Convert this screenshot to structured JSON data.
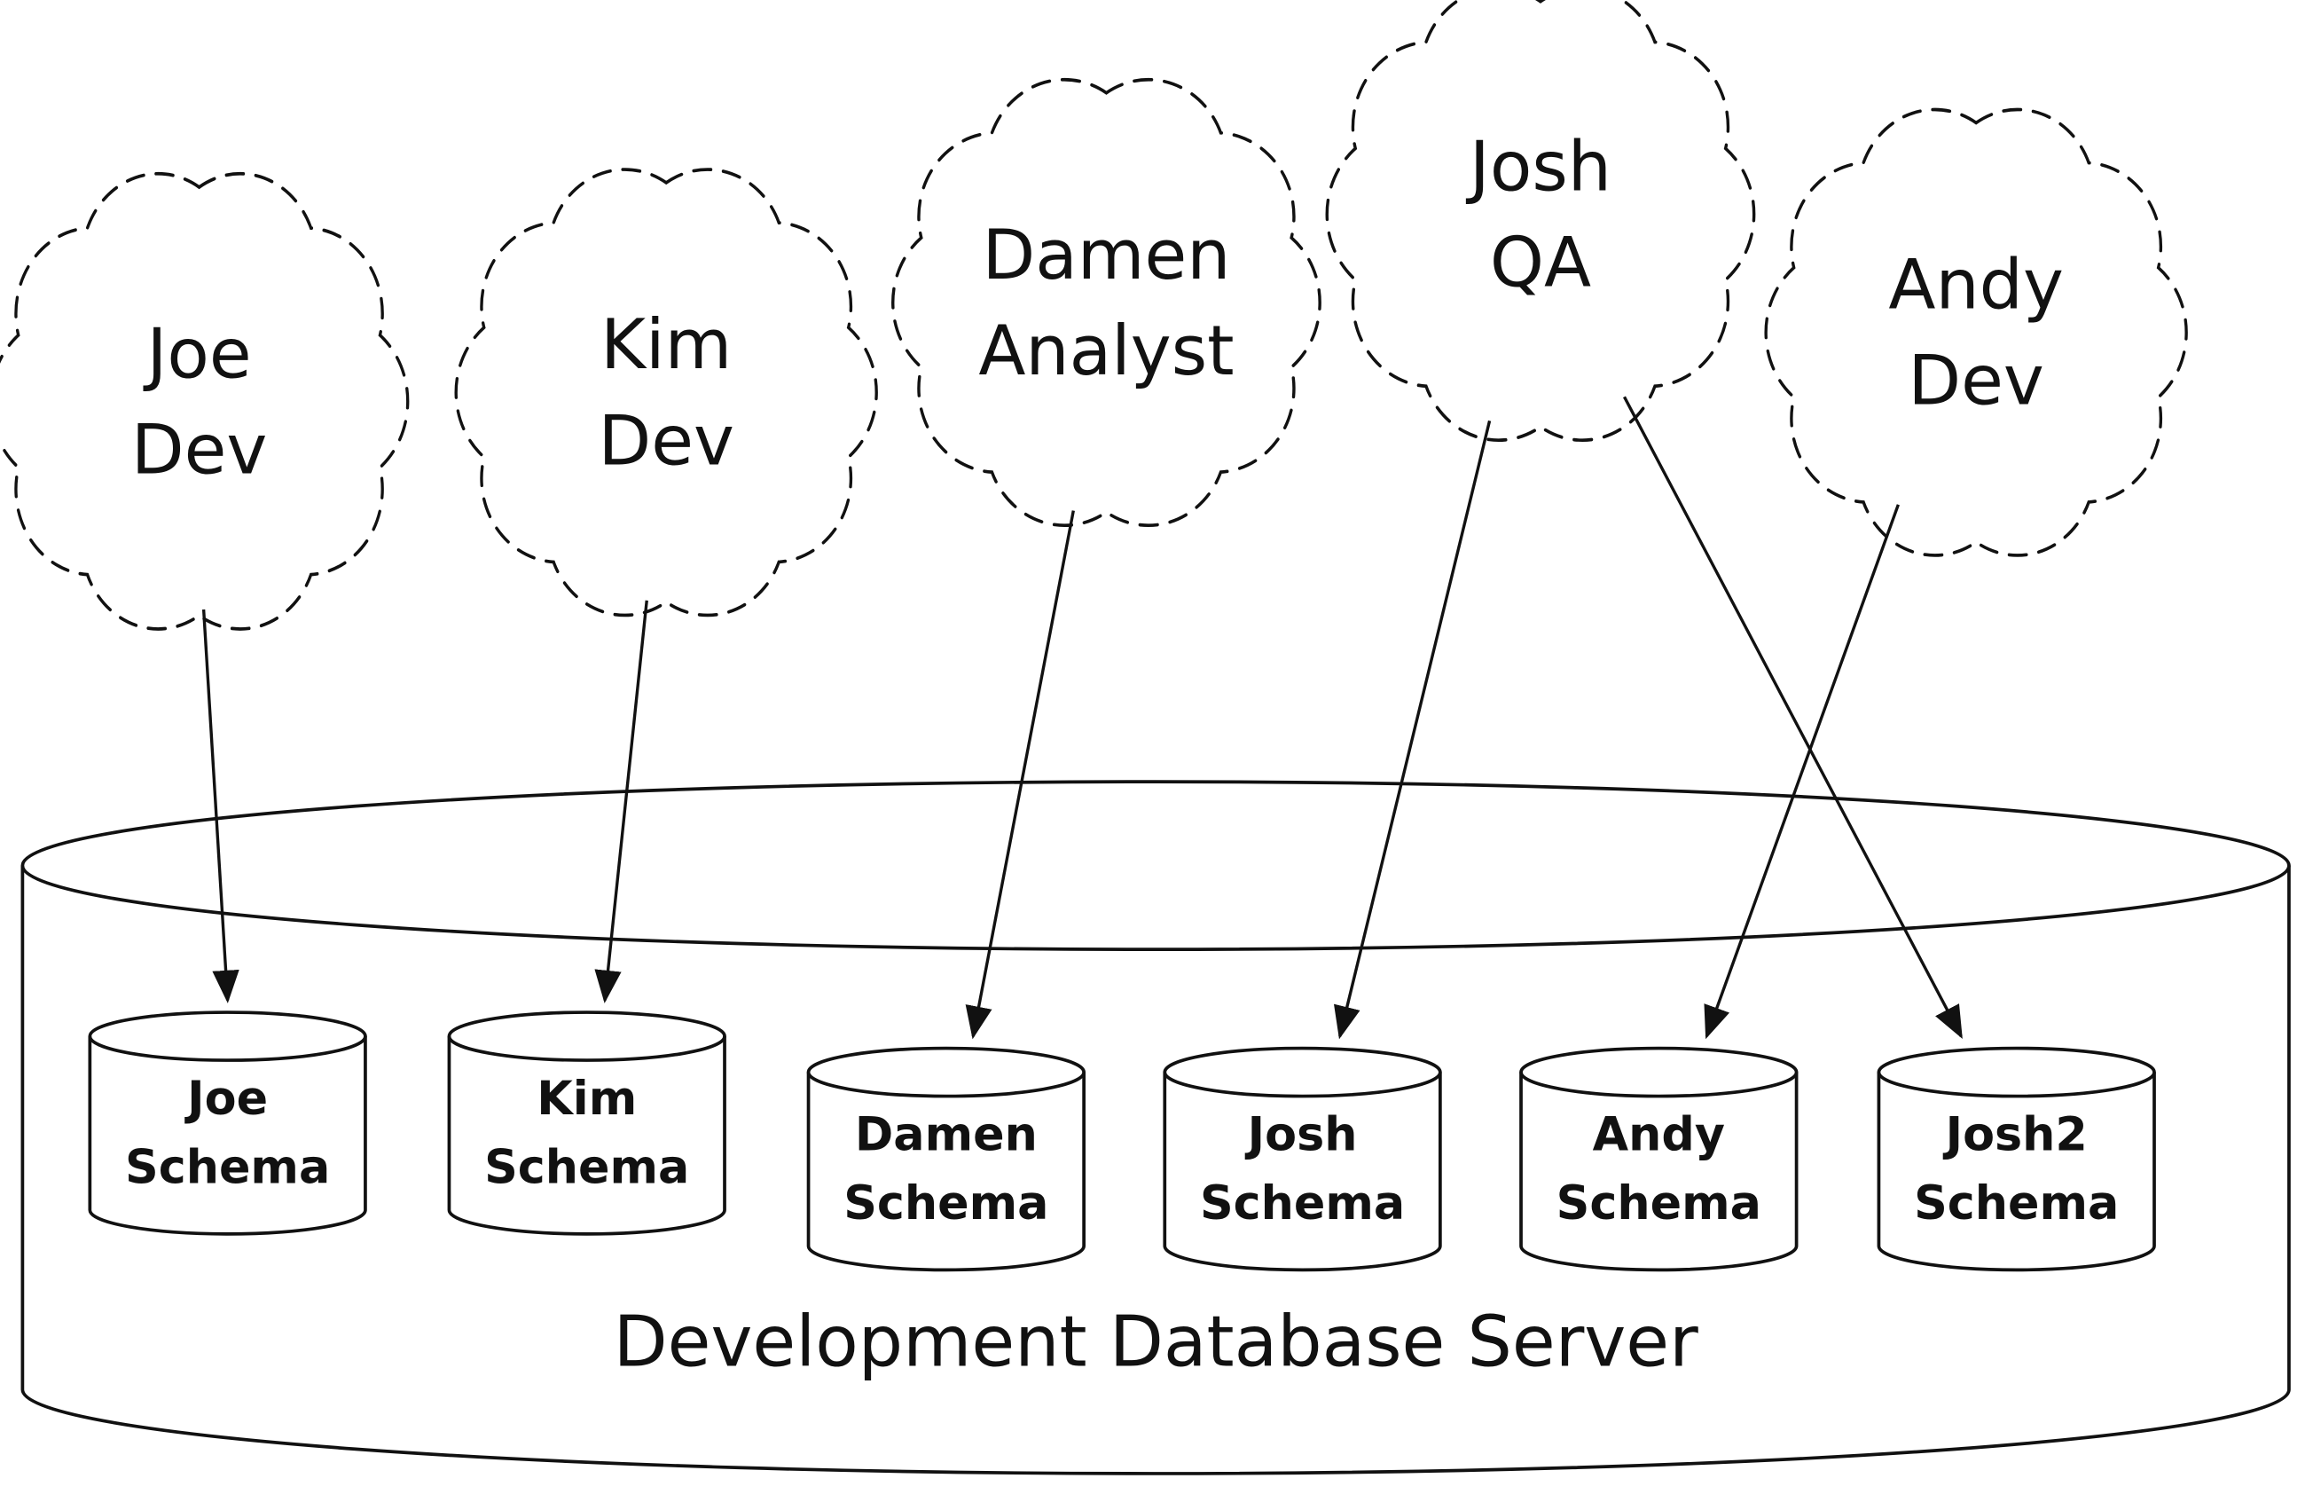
{
  "server_label": "Development Database Server",
  "users": [
    {
      "line1": "Joe",
      "line2": "Dev"
    },
    {
      "line1": "Kim",
      "line2": "Dev"
    },
    {
      "line1": "Damen",
      "line2": "Analyst"
    },
    {
      "line1": "Josh",
      "line2": "QA"
    },
    {
      "line1": "Andy",
      "line2": "Dev"
    }
  ],
  "schemas": [
    {
      "line1": "Joe",
      "line2": "Schema"
    },
    {
      "line1": "Kim",
      "line2": "Schema"
    },
    {
      "line1": "Damen",
      "line2": "Schema"
    },
    {
      "line1": "Josh",
      "line2": "Schema"
    },
    {
      "line1": "Andy",
      "line2": "Schema"
    },
    {
      "line1": "Josh2",
      "line2": "Schema"
    }
  ],
  "connections": [
    {
      "from": "Joe Dev",
      "to": "Joe Schema"
    },
    {
      "from": "Kim Dev",
      "to": "Kim Schema"
    },
    {
      "from": "Damen Analyst",
      "to": "Damen Schema"
    },
    {
      "from": "Josh QA",
      "to": "Josh Schema"
    },
    {
      "from": "Josh QA",
      "to": "Josh2 Schema"
    },
    {
      "from": "Andy Dev",
      "to": "Andy Schema"
    }
  ],
  "colors": {
    "stroke": "#111111",
    "background": "#ffffff",
    "text": "#111111"
  }
}
